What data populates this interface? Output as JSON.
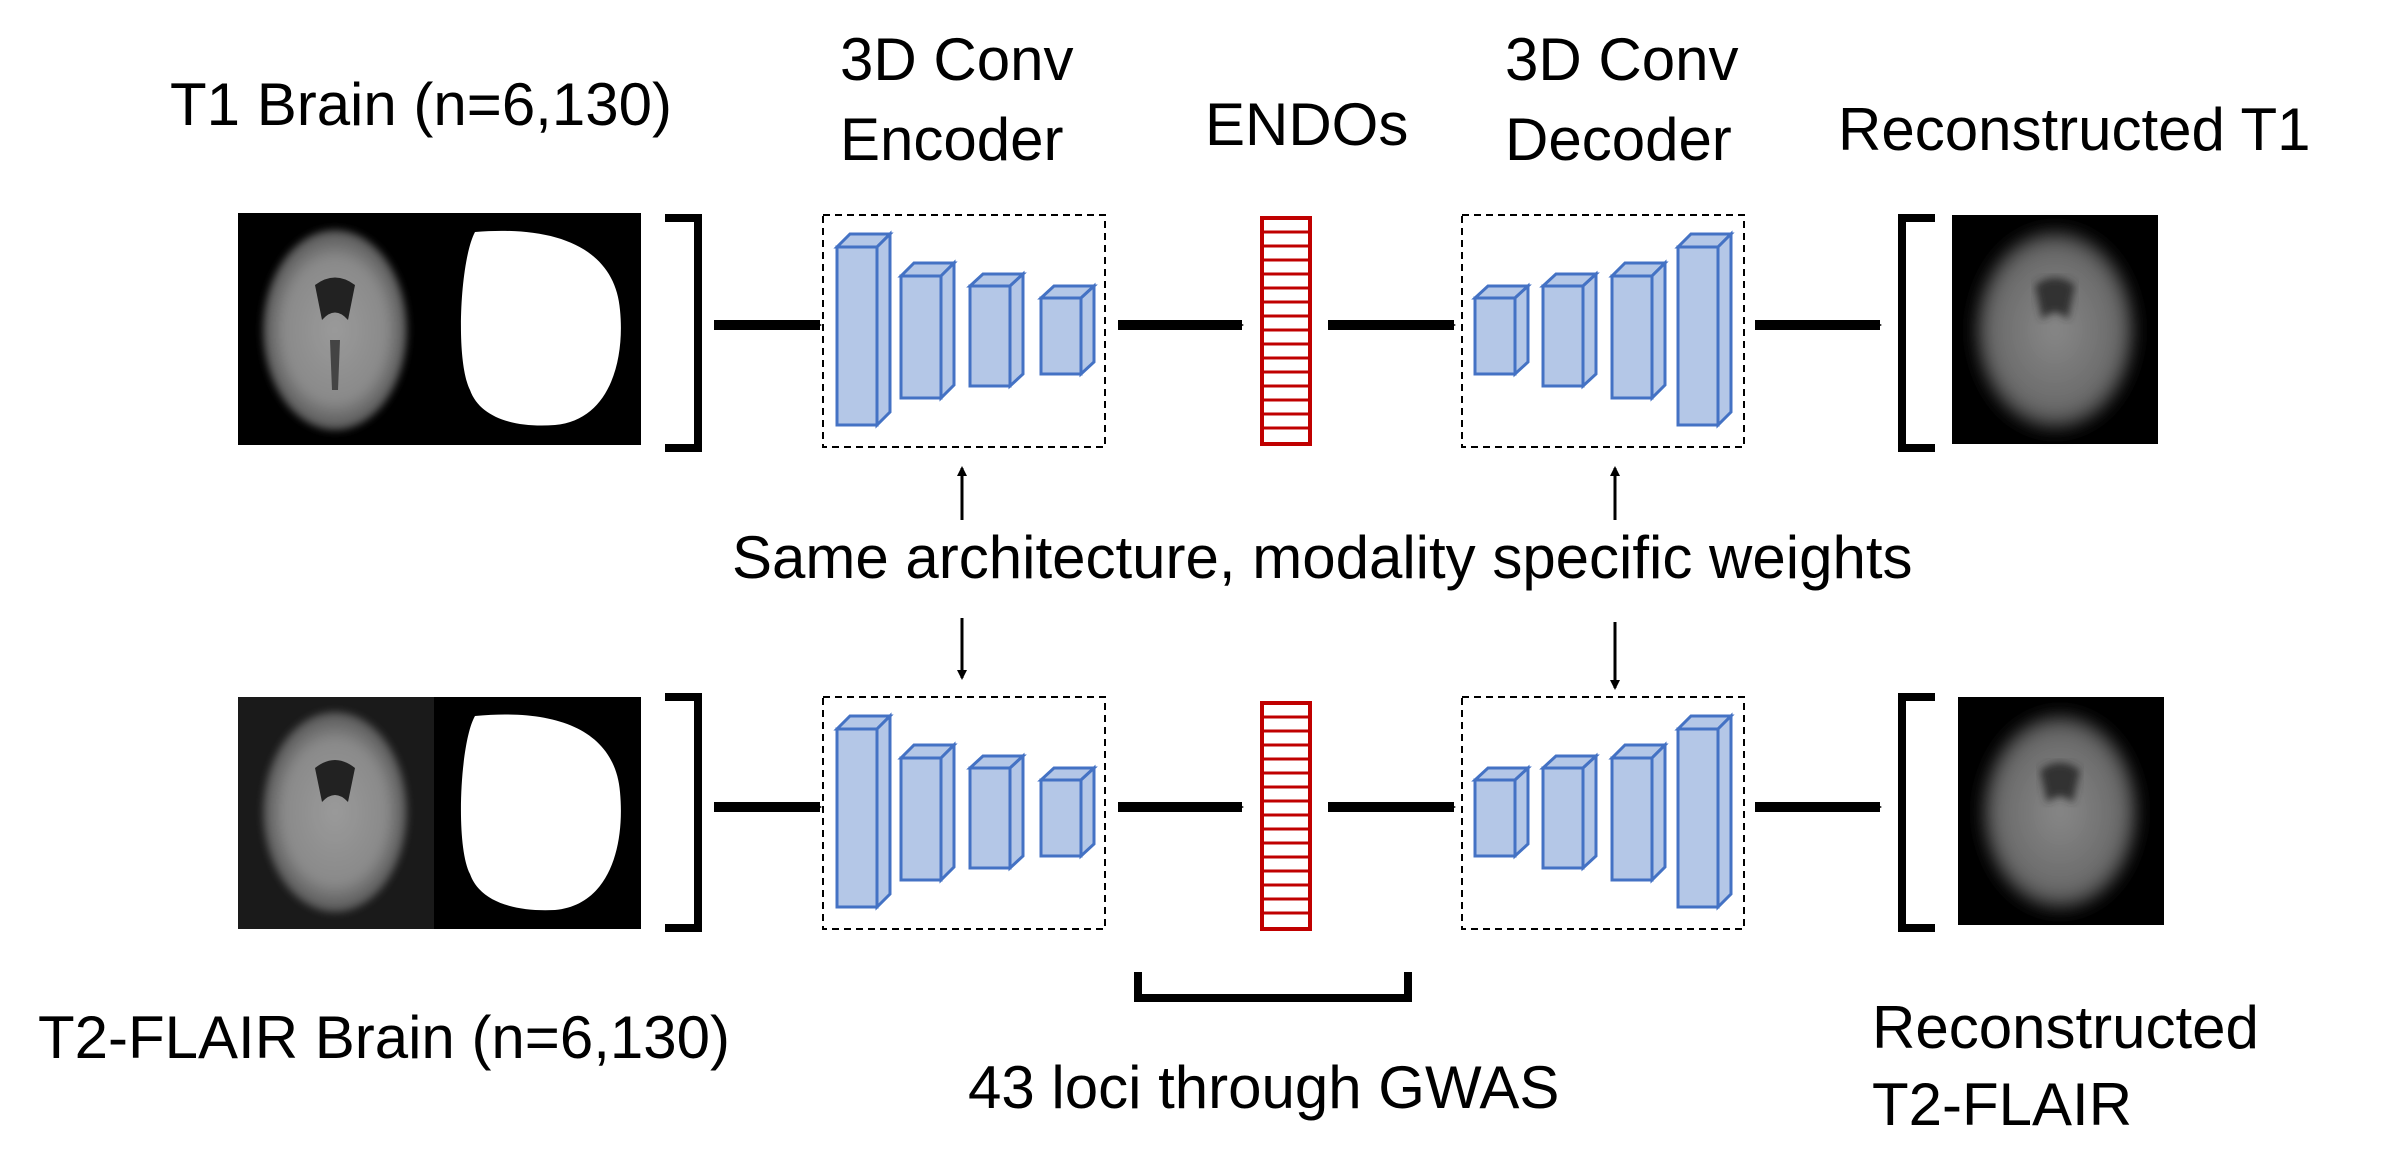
{
  "labels": {
    "t1_input": "T1 Brain (n=6,130)",
    "flair_input": "T2-FLAIR Brain (n=6,130)",
    "encoder_line1": "3D Conv",
    "encoder_line2": "Encoder",
    "endos": "ENDOs",
    "decoder_line1": "3D Conv",
    "decoder_line2": "Decoder",
    "t1_output": "Reconstructed T1",
    "flair_output_line1": "Reconstructed",
    "flair_output_line2": "T2-FLAIR",
    "shared_note": "Same architecture, modality specific weights",
    "gwas_note": "43 loci through GWAS"
  },
  "colors": {
    "block_fill": "#b4c7e7",
    "block_stroke": "#4472c4",
    "endo_stroke": "#c00000",
    "arrow": "#000000"
  }
}
